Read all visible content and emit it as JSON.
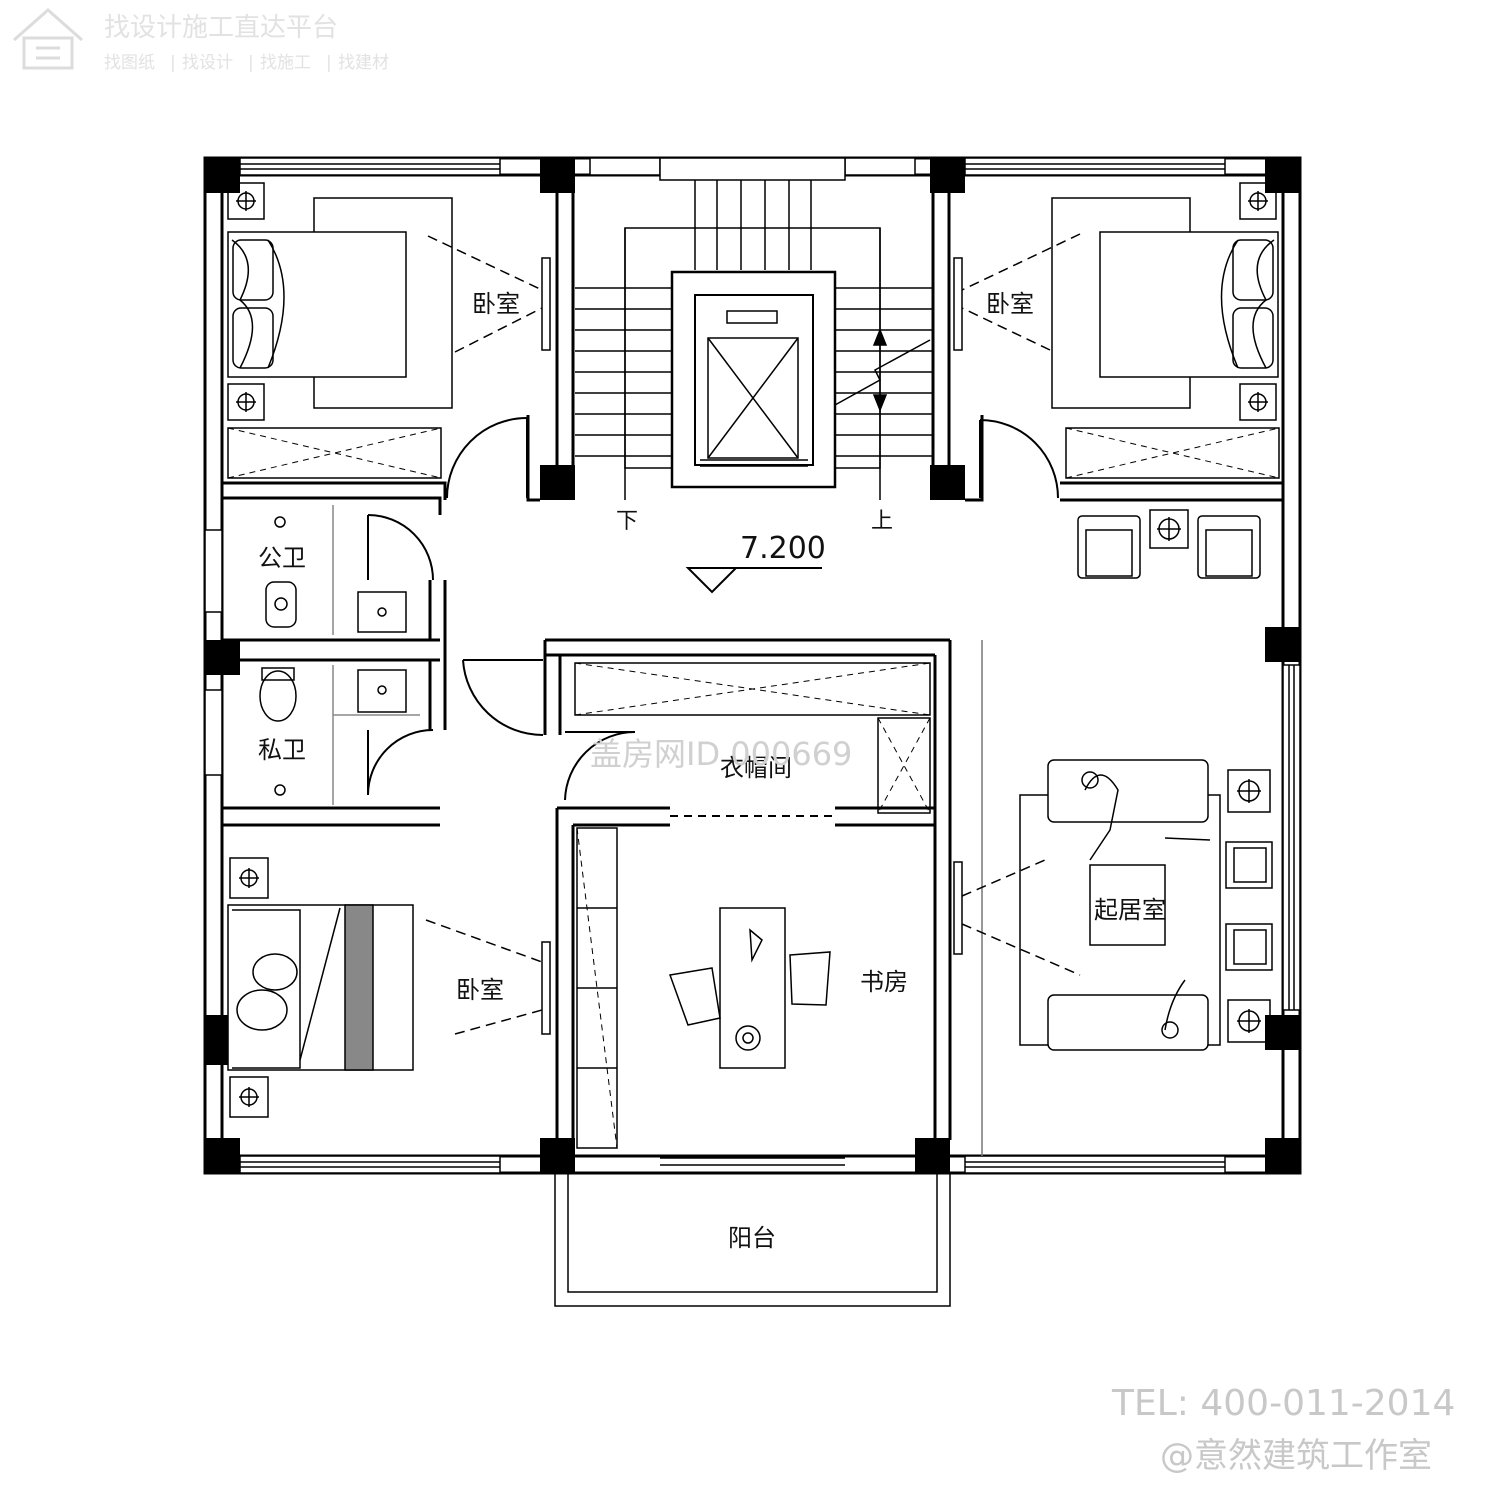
{
  "header_watermark": {
    "title": "找设计施工直达平台",
    "links": [
      "找图纸",
      "找设计",
      "找施工",
      "找建材"
    ],
    "separator": "|"
  },
  "floor_plan": {
    "elevation": "7.200",
    "stair_down": "下",
    "stair_up": "上",
    "rooms": {
      "bedroom_nw": "卧室",
      "bedroom_ne": "卧室",
      "bedroom_sw": "卧室",
      "public_bath": "公卫",
      "private_bath": "私卫",
      "closet": "衣帽间",
      "study": "书房",
      "living": "起居室",
      "balcony": "阳台"
    }
  },
  "id_watermark": "盖房网ID 000669",
  "footer": {
    "tel": "TEL: 400-011-2014",
    "studio": "@意然建筑工作室"
  },
  "colors": {
    "wall": "#000000",
    "watermark": "#c8c8c8"
  }
}
